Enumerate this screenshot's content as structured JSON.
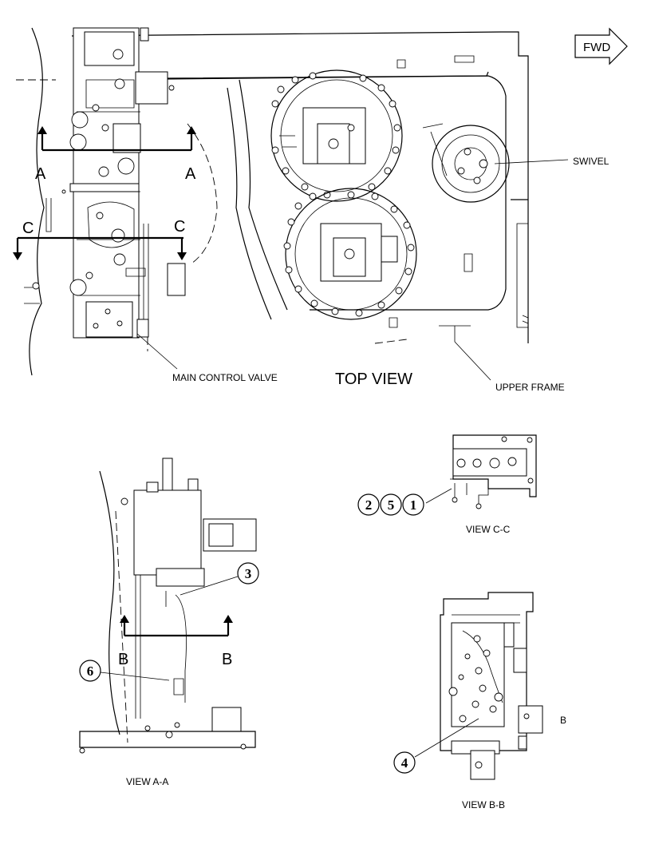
{
  "top_view": {
    "direction_label": "FWD",
    "caption": "TOP VIEW",
    "callouts": {
      "swivel": "SWIVEL",
      "main_control_valve": "MAIN CONTROL VALVE",
      "upper_frame": "UPPER FRAME"
    },
    "section_marks": {
      "a_left": "A",
      "a_right": "A",
      "c_left": "C",
      "c_right": "C"
    }
  },
  "view_aa": {
    "caption": "VIEW A-A",
    "section_marks": {
      "b_left": "B",
      "b_right": "B"
    },
    "balloons": [
      "3",
      "6"
    ]
  },
  "view_cc": {
    "caption": "VIEW C-C",
    "balloons": [
      "2",
      "5",
      "1"
    ]
  },
  "view_bb": {
    "caption": "VIEW B-B",
    "side_letter": "B",
    "balloons": [
      "4"
    ]
  }
}
